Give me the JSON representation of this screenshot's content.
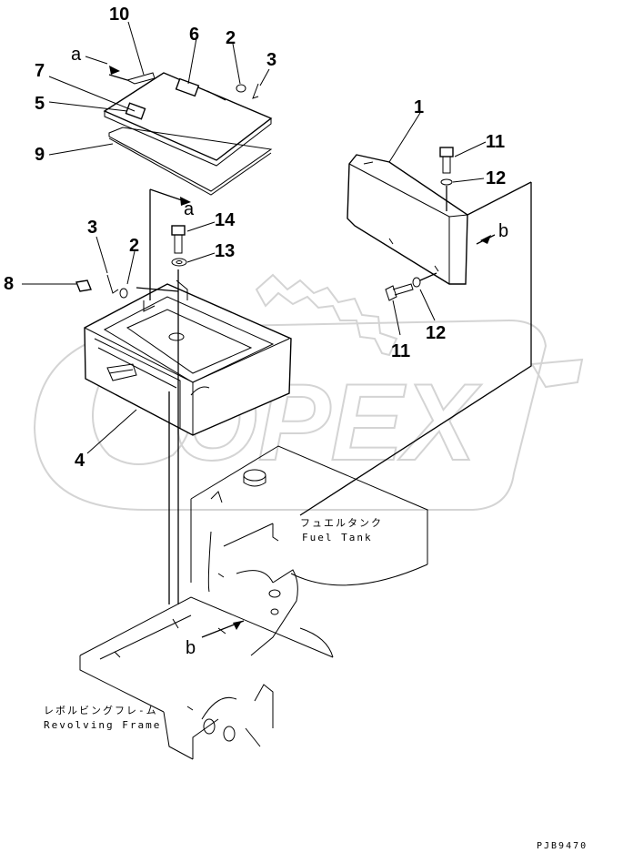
{
  "callouts": {
    "n1": "1",
    "n2a": "2",
    "n2b": "2",
    "n3a": "3",
    "n3b": "3",
    "n4": "4",
    "n5": "5",
    "n6": "6",
    "n7": "7",
    "n8": "8",
    "n9": "9",
    "n10": "10",
    "n11a": "11",
    "n11b": "11",
    "n12a": "12",
    "n12b": "12",
    "n13": "13",
    "n14": "14"
  },
  "refs": {
    "a_top": "a",
    "a_mid": "a",
    "b_right": "b",
    "b_left": "b"
  },
  "labels": {
    "fuel_tank_jp": "フュエルタンク",
    "fuel_tank_en": "Fuel Tank",
    "revolving_frame_jp": "レボルビングフレ-ム",
    "revolving_frame_en": "Revolving Frame"
  },
  "watermark": "OPEX",
  "drawing_code": "PJB9470"
}
